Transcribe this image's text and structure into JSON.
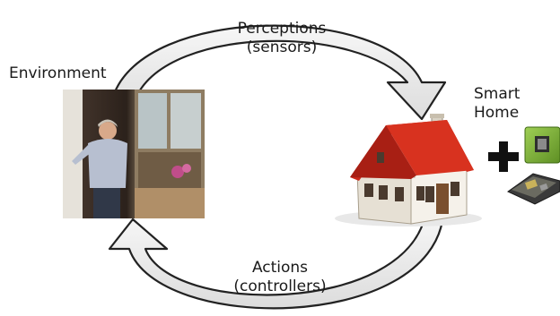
{
  "labels": {
    "environment": "Environment",
    "perceptions_line1": "Perceptions",
    "perceptions_line2": "(sensors)",
    "actions_line1": "Actions",
    "actions_line2": "(controllers)",
    "smart_home_line1": "Smart",
    "smart_home_line2": "Home"
  },
  "colors": {
    "arrow_fill": "#ececec",
    "arrow_stroke": "#222222",
    "roof": "#cc2a1c",
    "house_wall": "#f3efe7",
    "plus_sign": "#111111",
    "chip_green": "#7fb33a"
  }
}
